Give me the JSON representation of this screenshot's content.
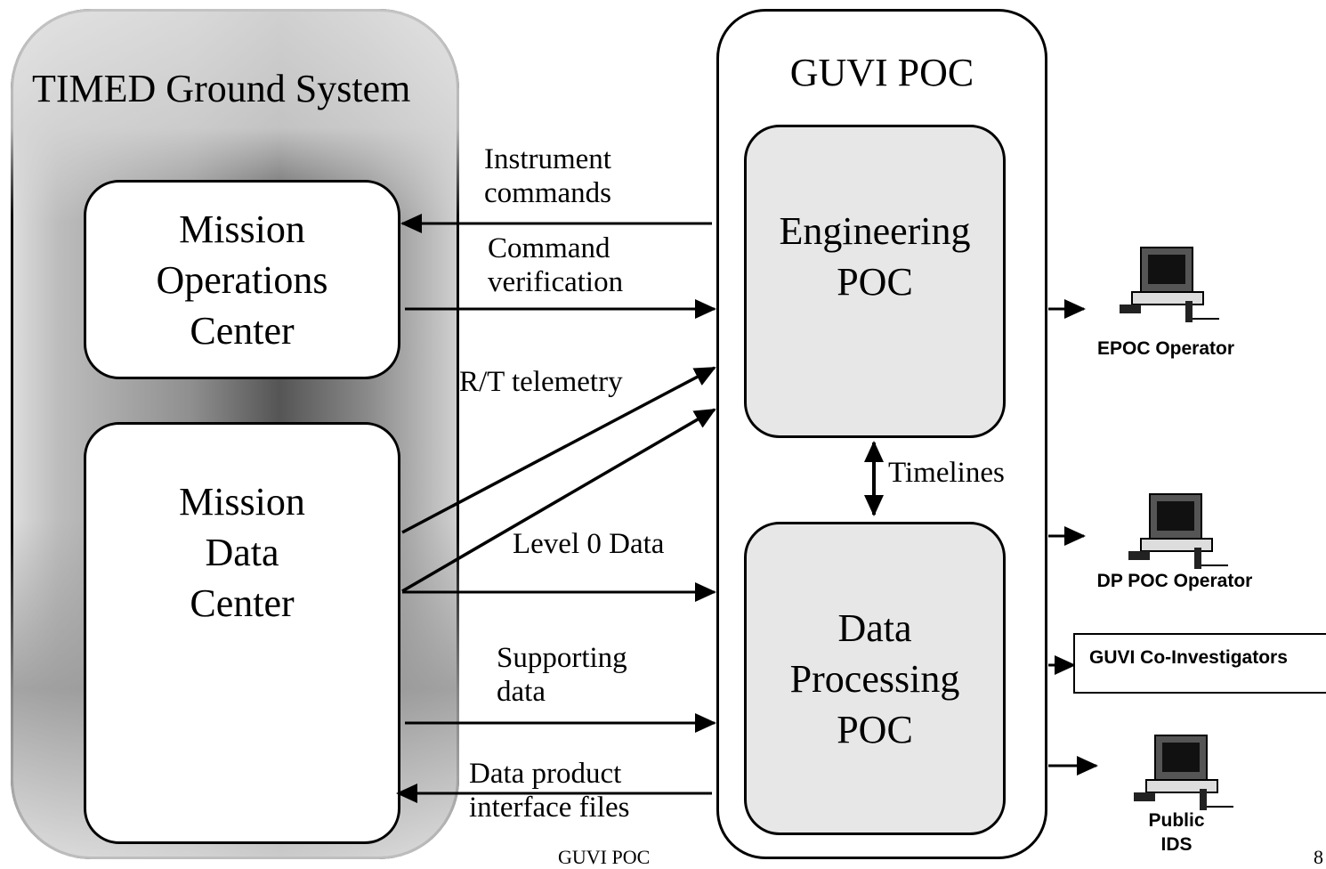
{
  "timed_system": {
    "title": "TIMED Ground System",
    "moc": [
      "Mission",
      "Operations",
      "Center"
    ],
    "mdc": [
      "Mission",
      "Data",
      "Center"
    ]
  },
  "guvi_poc": {
    "title": "GUVI POC",
    "engineering": [
      "Engineering",
      "POC"
    ],
    "data_processing": [
      "Data",
      "Processing",
      "POC"
    ],
    "timelines": "Timelines"
  },
  "flows": {
    "instrument_commands": [
      "Instrument",
      "commands"
    ],
    "command_verification": [
      "Command",
      "verification"
    ],
    "rt_telemetry": "R/T telemetry",
    "level0": "Level 0 Data",
    "supporting_data": [
      "Supporting",
      "data"
    ],
    "data_product": [
      "Data product",
      "interface files"
    ]
  },
  "outputs": {
    "epoc_operator": "EPOC Operator",
    "dp_poc_operator": "DP POC Operator",
    "co_investigators": "GUVI Co-Investigators",
    "public_ids": [
      "Public",
      "IDS"
    ]
  },
  "footer": {
    "caption": "GUVI POC",
    "page_number": "8"
  }
}
